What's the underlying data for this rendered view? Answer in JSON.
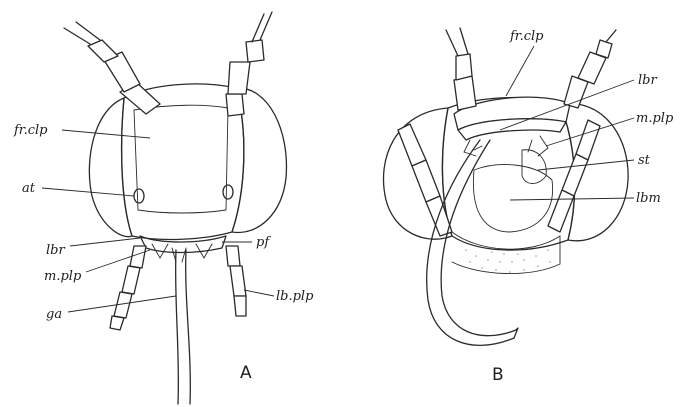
{
  "diagram": {
    "panel_a": {
      "letter": "A",
      "labels": {
        "fr_clp": "fr.clp",
        "at": "at",
        "lbr": "lbr",
        "m_plp": "m.plp",
        "ga": "ga",
        "pf": "pf",
        "lb_plp": "lb.plp"
      }
    },
    "panel_b": {
      "letter": "B",
      "labels": {
        "fr_clp": "fr.clp",
        "lbr": "lbr",
        "m_plp": "m.plp",
        "st": "st",
        "lbm": "lbm"
      }
    }
  }
}
